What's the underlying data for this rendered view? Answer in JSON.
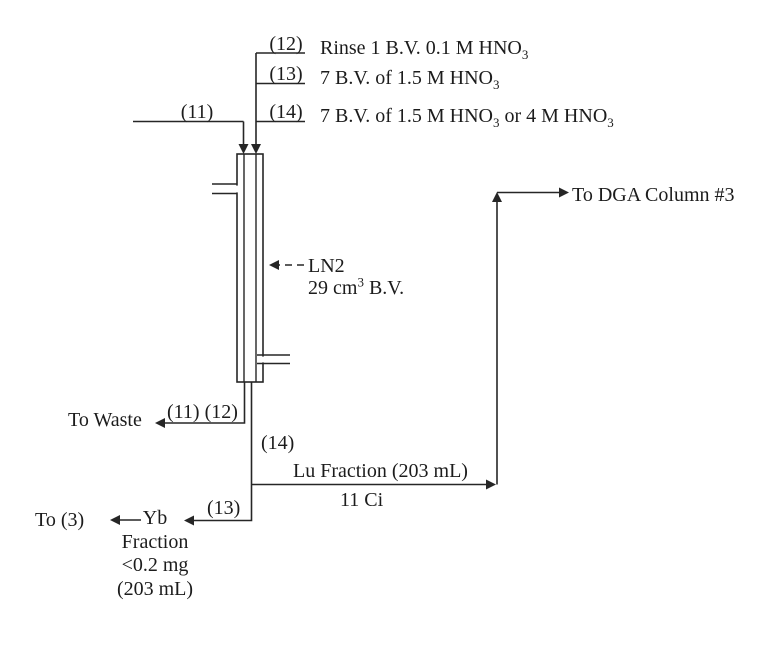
{
  "page": {
    "background": "#ffffff",
    "line_color": "#262626",
    "text_color": "#1c1c1c"
  },
  "feed_lines": {
    "f11": {
      "tag": "(11)"
    },
    "f12": {
      "tag": "(12)",
      "desc": "Rinse 1 B.V. 0.1 M HNO",
      "desc_sub": "3"
    },
    "f13": {
      "tag": "(13)",
      "desc": "7 B.V. of 1.5 M HNO",
      "desc_sub": "3"
    },
    "f14": {
      "tag": "(14)",
      "desc": "7 B.V. of 1.5 M HNO",
      "desc_sub": "3",
      "desc2": " or 4 M HNO",
      "desc2_sub": "3"
    }
  },
  "column": {
    "resin": "LN2",
    "bed_volume": "29 cm",
    "bed_volume_sup": "3",
    "bed_volume_unit": " B.V."
  },
  "streams": {
    "waste": {
      "dest": "To Waste",
      "tags": "(11) (12)"
    },
    "lu": {
      "tag": "(14)",
      "label": "Lu Fraction (203 mL)",
      "activity": "11 Ci",
      "dest": "To DGA Column #3"
    },
    "yb": {
      "tag": "(13)",
      "label_lines": [
        "Yb",
        "Fraction",
        "<0.2 mg",
        "(203 mL)"
      ],
      "dest": "To (3)"
    }
  }
}
